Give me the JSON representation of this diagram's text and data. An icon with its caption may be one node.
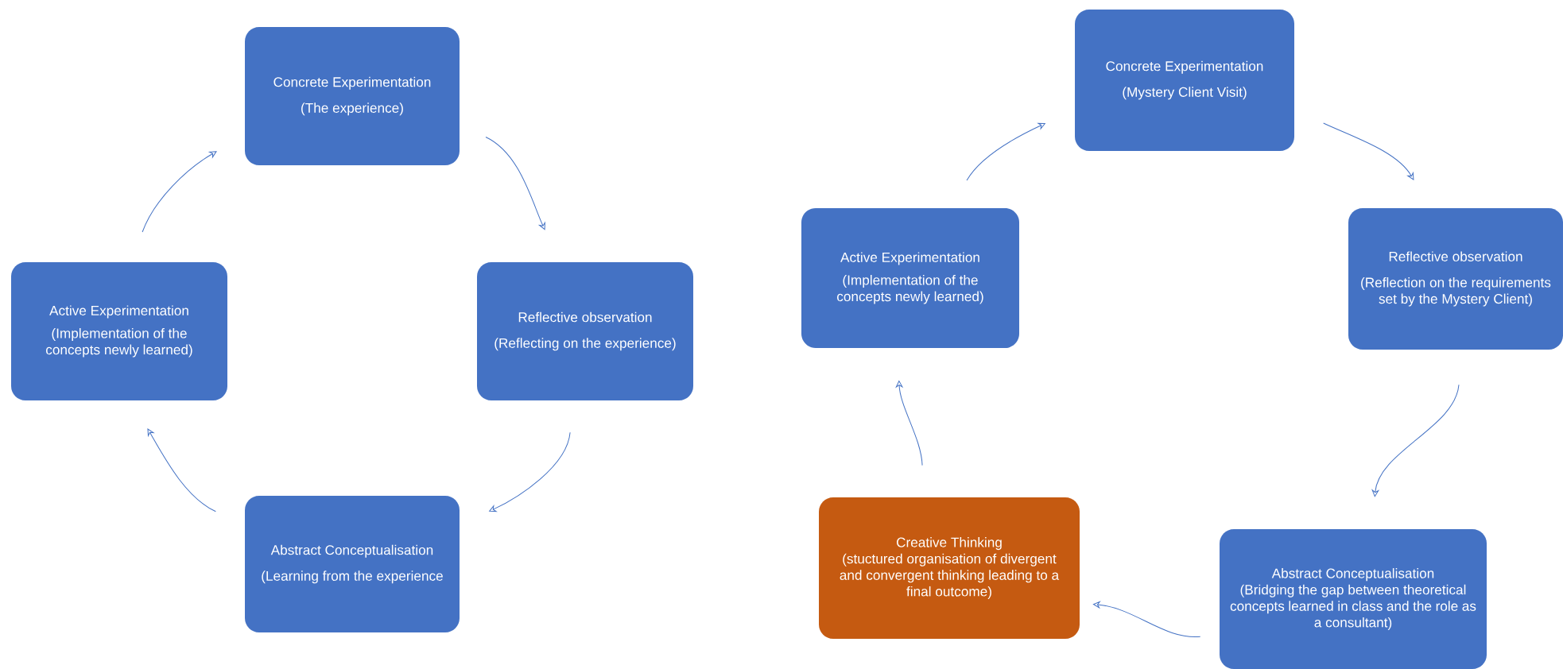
{
  "diagram": {
    "nodes": [
      {
        "text": [
          "Concrete Experimentation",
          "(The experience)"
        ]
      },
      {
        "text": [
          "Reflective observation",
          "(Reflecting on the experience)"
        ]
      },
      {
        "text": [
          "Abstract Conceptualisation",
          "(Learning from the experience"
        ]
      },
      {
        "text": [
          "Active Experimentation",
          "(Implementation of the concepts newly learned)"
        ]
      },
      {
        "text": [
          "Concrete Experimentation",
          "(Mystery Client Visit)"
        ]
      },
      {
        "text": [
          "Reflective observation",
          "(Reflection on the requirements set by the Mystery Client)"
        ]
      },
      {
        "text": [
          "Abstract Conceptualisation",
          "(Bridging the gap between theoretical concepts learned in class and the role as a consultant)"
        ]
      },
      {
        "text": [
          "Creative Thinking",
          "(stuctured organisation of divergent and convergent thinking leading to a final outcome)"
        ]
      },
      {
        "text": [
          "Active Experimentation",
          "(Implementation of the concepts newly learned)"
        ]
      }
    ],
    "edges": [
      {
        "from": 0,
        "to": 1,
        "arrow": "to"
      },
      {
        "from": 1,
        "to": 2,
        "arrow": "to"
      },
      {
        "from": 2,
        "to": 3,
        "arrow": "to"
      },
      {
        "from": 3,
        "to": 0,
        "arrow": "to"
      },
      {
        "from": 4,
        "to": 5,
        "arrow": "to"
      },
      {
        "from": 5,
        "to": 6,
        "arrow": "to"
      },
      {
        "from": 6,
        "to": 7,
        "arrow": "to"
      },
      {
        "from": 7,
        "to": 8,
        "arrow": "to"
      },
      {
        "from": 8,
        "to": 4,
        "arrow": "to"
      }
    ]
  }
}
